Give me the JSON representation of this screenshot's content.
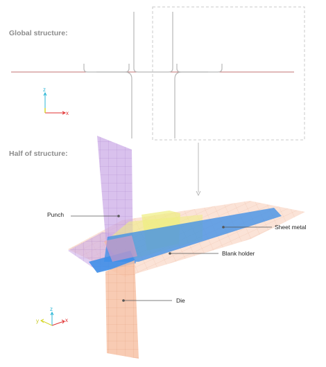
{
  "sections": {
    "global_title": "Global structure:",
    "half_title": "Half of structure:"
  },
  "labels": {
    "punch": "Punch",
    "sheet_metal": "Sheet metal",
    "blank_holder": "Blank holder",
    "die": "Die"
  },
  "axes_top": {
    "x": "x",
    "z": "z"
  },
  "axes_bottom": {
    "x": "x",
    "y": "y",
    "z": "z"
  },
  "colors": {
    "outline": "#b8b8b8",
    "sheet_line": "#c07070",
    "selection_box": "#c8c8c8",
    "punch": "#c9a6e6",
    "die": "#f7c2a6",
    "blank_holder": "#eeee80",
    "sheet_metal": "#3f8fe8",
    "axis_x": "#e03030",
    "axis_y": "#d6d629",
    "axis_z": "#29b6d6"
  }
}
